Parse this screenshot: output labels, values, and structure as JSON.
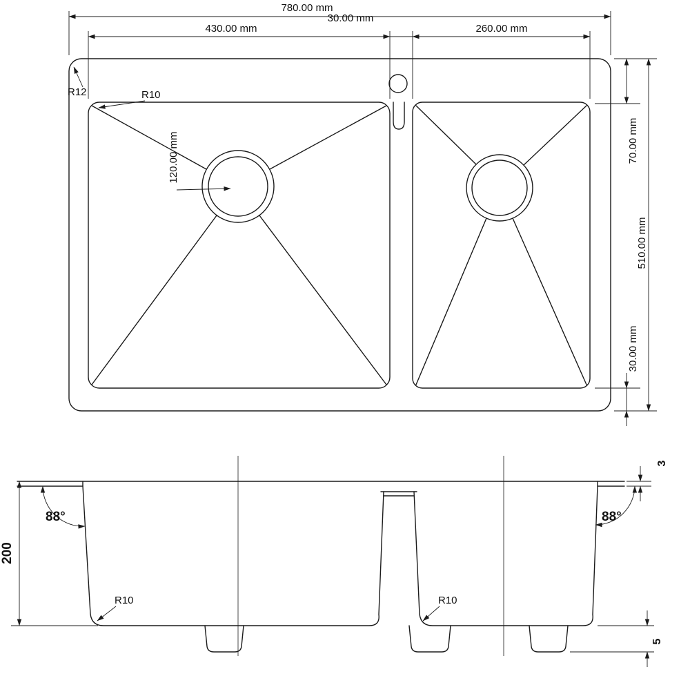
{
  "colors": {
    "line": "#1b1b1b",
    "background": "#ffffff"
  },
  "top_view": {
    "dim_overall_width": "780.00 mm",
    "dim_left_bowl_width": "430.00 mm",
    "dim_divider_width": "30.00 mm",
    "dim_right_bowl_width": "260.00 mm",
    "dim_rim_to_bowl_top": "70.00 mm",
    "dim_overall_depth": "510.00 mm",
    "dim_bowl_to_rim_bottom": "30.00 mm",
    "label_outer_corner_radius": "R12",
    "label_bowl_corner_radius": "R10",
    "dim_drain_diameter": "120.00 mm"
  },
  "section_view": {
    "dim_bowl_depth": "200",
    "label_wall_angle_left": "88°",
    "label_wall_angle_right": "88°",
    "label_bottom_fillet_left": "R10",
    "label_bottom_fillet_right": "R10",
    "dim_rim_thickness": "3",
    "dim_base_height": "5"
  }
}
